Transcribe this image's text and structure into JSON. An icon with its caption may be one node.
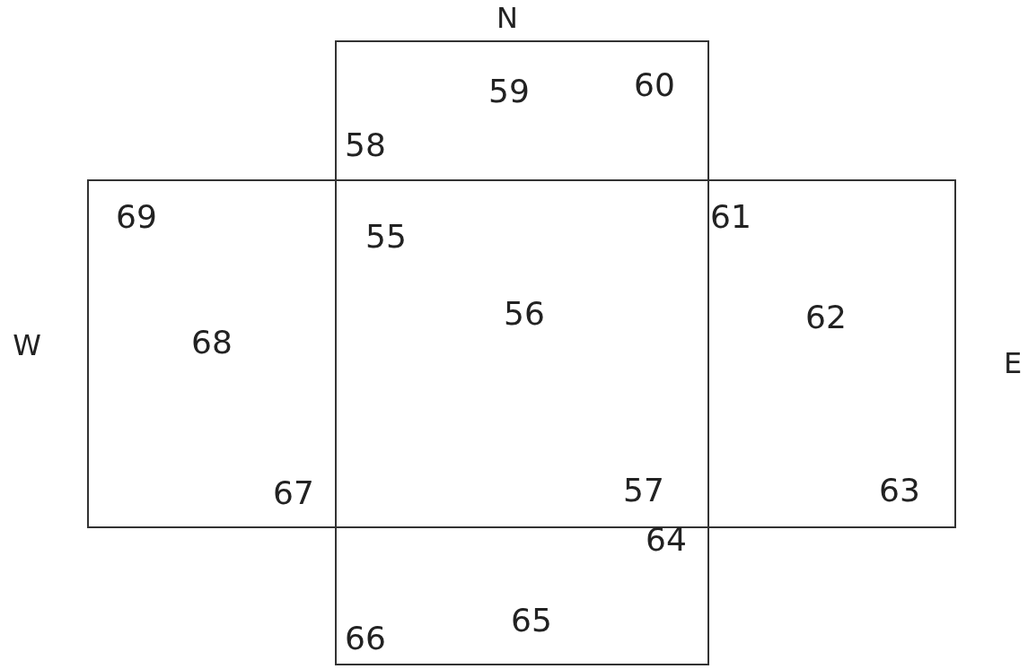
{
  "diagram": {
    "nodes": [
      {
        "text": [
          "59",
          "60",
          "58"
        ]
      },
      {
        "text": [
          "69",
          "68",
          "67"
        ]
      },
      {
        "text": [
          "55",
          "56",
          "57"
        ]
      },
      {
        "text": [
          "61",
          "62",
          "63"
        ]
      },
      {
        "text": [
          "64",
          "65",
          "66"
        ]
      }
    ],
    "labels": [
      "N",
      "W",
      "E"
    ]
  }
}
